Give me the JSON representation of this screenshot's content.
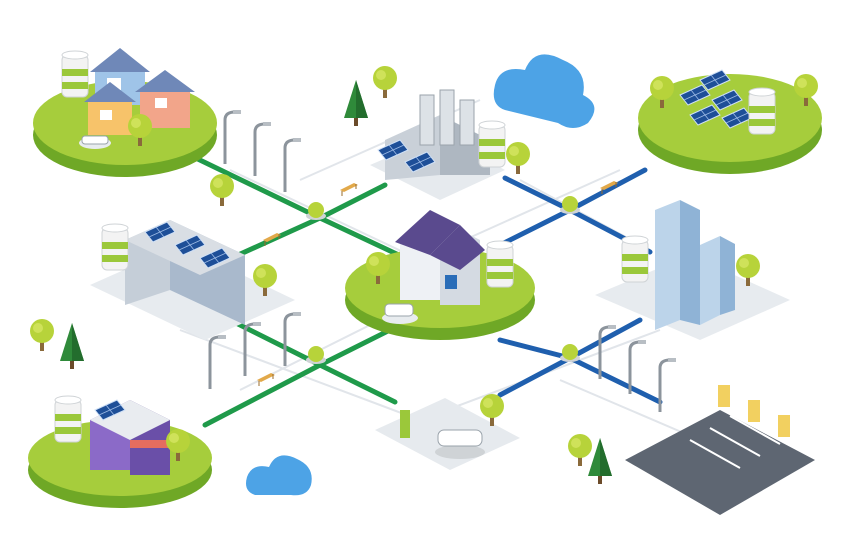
{
  "colors": {
    "background": "#ffffff",
    "grass_top": "#a6cd3c",
    "grass_side": "#6fa826",
    "green_line": "#1f9a4a",
    "blue_line": "#1f5fae",
    "cloud": "#4da3e6",
    "gray_path": "#d3d8de",
    "parking": "#5e6672",
    "solar_panel": "#1e4f98",
    "roof_purple": "#5a4a8e",
    "battery_white": "#f3f3f3",
    "battery_green": "#9bc83a",
    "tree_round": "#b7d33a",
    "tree_pine": "#2f8a3a"
  },
  "nodes": [
    {
      "id": "houses",
      "icon": "houses-solar-battery-icon"
    },
    {
      "id": "factory",
      "icon": "factory-solar-battery-icon"
    },
    {
      "id": "solar-farm",
      "icon": "solar-farm-battery-icon"
    },
    {
      "id": "office",
      "icon": "office-building-solar-battery-icon"
    },
    {
      "id": "hub-house",
      "icon": "smart-home-ev-battery-icon"
    },
    {
      "id": "skyscrapers",
      "icon": "skyscraper-battery-icon"
    },
    {
      "id": "shop",
      "icon": "shop-solar-battery-icon"
    },
    {
      "id": "ev-charger",
      "icon": "ev-charging-station-icon"
    },
    {
      "id": "parking",
      "icon": "ev-parking-lot-icon"
    }
  ],
  "clouds": [
    {
      "id": "cloud-top",
      "icon": "cloud-icon"
    },
    {
      "id": "cloud-bottom",
      "icon": "cloud-icon"
    }
  ]
}
